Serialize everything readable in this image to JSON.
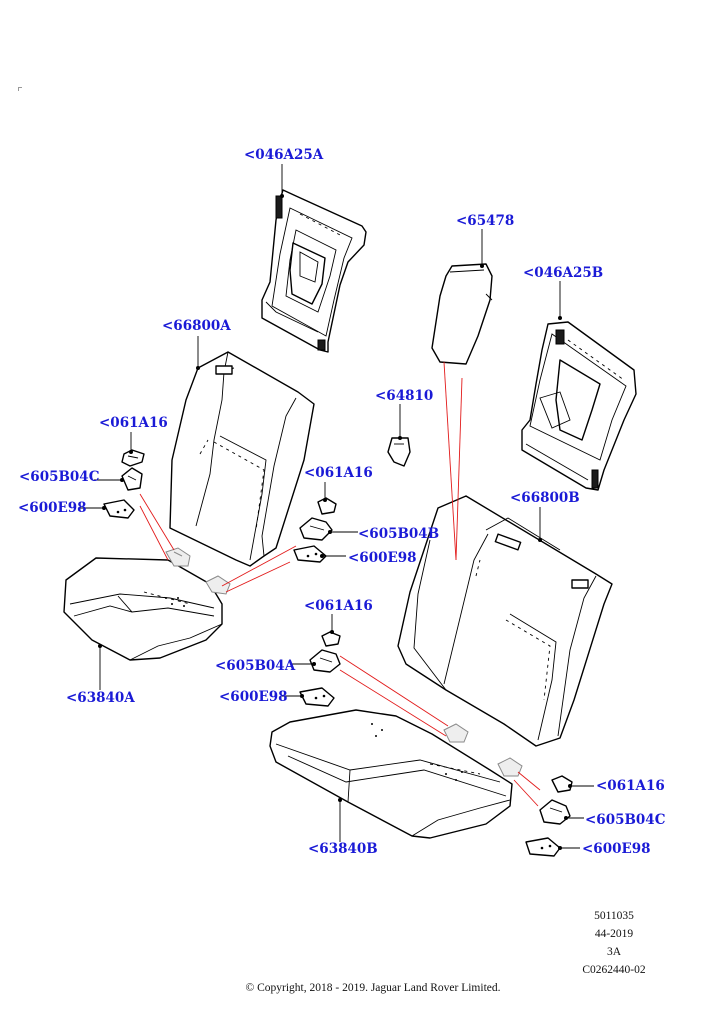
{
  "labels": {
    "l_046A25A": "<046A25A",
    "l_65478": "<65478",
    "l_046A25B": "<046A25B",
    "l_66800A": "<66800A",
    "l_64810": "<64810",
    "l_061A16_left": "<061A16",
    "l_605B04C_left": "<605B04C",
    "l_600E98_left": "<600E98",
    "l_061A16_mid": "<061A16",
    "l_605B04B": "<605B04B",
    "l_600E98_mid": "<600E98",
    "l_66800B": "<66800B",
    "l_63840A": "<63840A",
    "l_061A16_low": "<061A16",
    "l_605B04A": "<605B04A",
    "l_600E98_low": "<600E98",
    "l_061A16_right": "<061A16",
    "l_605B04C_right": "<605B04C",
    "l_600E98_right": "<600E98",
    "l_63840B": "<63840B"
  },
  "footer": {
    "code1": "5011035",
    "code2": "44-2019",
    "code3": "3A",
    "code4": "C0262440-02",
    "copyright": "© Copyright, 2018 - 2019. Jaguar Land Rover Limited."
  },
  "colors": {
    "callout": "#1a1ad6",
    "leader_red": "#e21b1b"
  }
}
